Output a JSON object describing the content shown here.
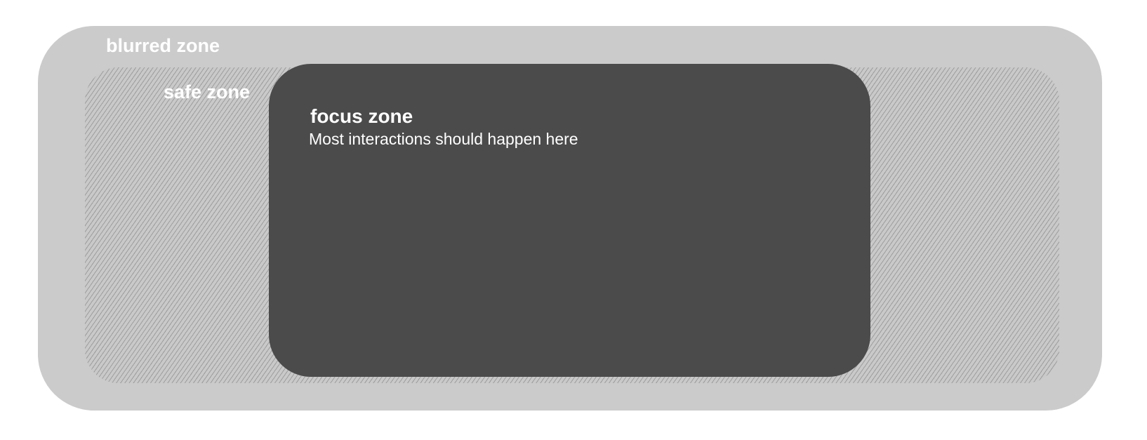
{
  "zones": {
    "blurred": {
      "label": "blurred zone"
    },
    "safe": {
      "label": "safe zone"
    },
    "focus": {
      "label": "focus zone",
      "description": "Most interactions should happen here"
    }
  },
  "colors": {
    "blurred_fill": "#cbcbcb",
    "safe_hatch": "#787878",
    "focus_fill": "#4b4b4b",
    "label_text": "#ffffff"
  }
}
